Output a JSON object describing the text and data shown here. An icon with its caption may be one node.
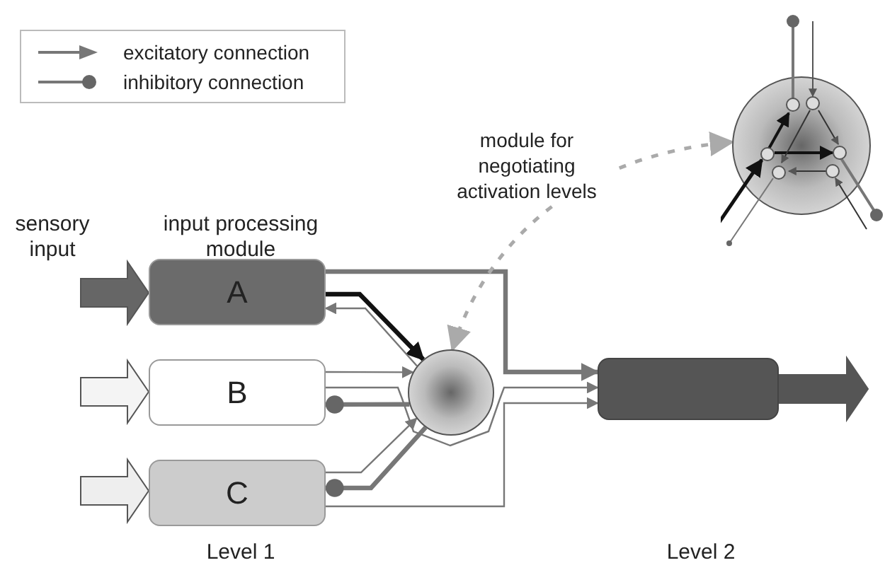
{
  "diagram": {
    "nodes": [
      {
        "text": [
          "A"
        ]
      },
      {
        "text": [
          "B"
        ]
      },
      {
        "text": [
          "C"
        ]
      },
      {
        "text": [],
        "shape": "circle"
      },
      {
        "text": [],
        "shape": "box"
      },
      {
        "text": [],
        "shape": "circle"
      }
    ],
    "edges": [
      {
        "from": null,
        "to": 0,
        "arrow": "to",
        "style": "thick",
        "color": "#666666"
      },
      {
        "from": null,
        "to": 1,
        "arrow": "to",
        "style": "thick",
        "color": "#f4f4f4"
      },
      {
        "from": null,
        "to": 2,
        "arrow": "to",
        "style": "thick",
        "color": "#eeeeee"
      },
      {
        "from": 0,
        "to": 4,
        "arrow": "to",
        "style": "thick"
      },
      {
        "from": 0,
        "to": 3,
        "arrow": "to",
        "style": "thick",
        "color": "#111111"
      },
      {
        "from": 3,
        "to": 0,
        "arrow": "to"
      },
      {
        "from": 1,
        "to": 3,
        "arrow": "to"
      },
      {
        "from": 1,
        "to": 4,
        "arrow": "to"
      },
      {
        "from": 3,
        "to": 1,
        "arrow": "other",
        "style": "thick"
      },
      {
        "from": 2,
        "to": 3,
        "arrow": "to"
      },
      {
        "from": 3,
        "to": 2,
        "arrow": "other",
        "style": "thick"
      },
      {
        "from": 2,
        "to": 4,
        "arrow": "to"
      },
      {
        "from": 4,
        "to": null,
        "arrow": "to",
        "style": "thick",
        "color": "#555555"
      },
      {
        "from": 3,
        "to": 5,
        "arrow": "both",
        "style": "dashed",
        "color": "#aaaaaa",
        "label": "module for negotiating activation levels"
      }
    ],
    "labels": [
      "sensory input",
      "input processing module",
      "Level 1",
      "Level 2"
    ],
    "legend": [
      {
        "text": "excitatory connection"
      },
      {
        "text": "inhibitory connection"
      }
    ]
  }
}
